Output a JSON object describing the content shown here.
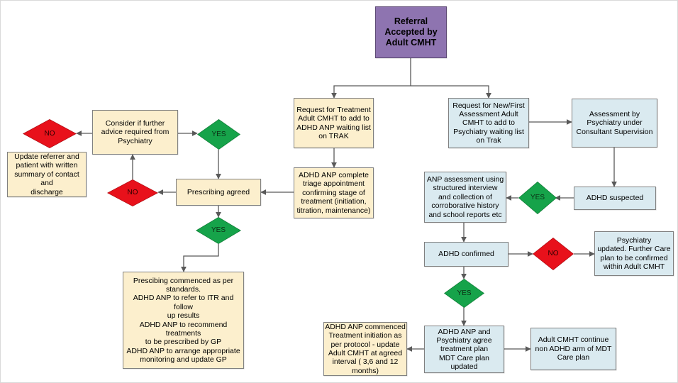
{
  "diagram": {
    "title": "ADHD Referral Pathway - Adult CMHT Flowchart",
    "colors": {
      "purple": "#8E74B0",
      "cream": "#FCEFCD",
      "blue": "#DAEAF0",
      "green": "#16A34A",
      "red": "#E8111B",
      "edge": "#595959",
      "border": "#808080"
    },
    "nodes": [
      {
        "id": "referral-accepted",
        "shape": "box",
        "fill": "purple",
        "text": "Referral\nAccepted by\nAdult CMHT"
      },
      {
        "id": "request-treatment",
        "shape": "box",
        "fill": "cream",
        "text": "Request for Treatment\nAdult CMHT to add to\nADHD ANP waiting list\non TRAK"
      },
      {
        "id": "request-new-first",
        "shape": "box",
        "fill": "blue",
        "text": "Request for New/First\nAssessment  Adult\nCMHT to add to\nPsychiatry waiting list\non Trak"
      },
      {
        "id": "assessment-psychiatry",
        "shape": "box",
        "fill": "blue",
        "text": "Assessment by\nPsychiatry under\nConsultant Supervision"
      },
      {
        "id": "adhd-suspected",
        "shape": "box",
        "fill": "blue",
        "text": "ADHD suspected"
      },
      {
        "id": "yes-adhd-suspected",
        "shape": "diamond",
        "fill": "green",
        "text": "YES"
      },
      {
        "id": "anp-assessment",
        "shape": "box",
        "fill": "blue",
        "text": "ANP assessment using\nstructured interview\nand collection of\ncorroborative history\nand school reports etc"
      },
      {
        "id": "adhd-confirmed",
        "shape": "box",
        "fill": "blue",
        "text": "ADHD confirmed"
      },
      {
        "id": "no-adhd-confirmed",
        "shape": "diamond",
        "fill": "red",
        "text": "NO"
      },
      {
        "id": "psychiatry-updated",
        "shape": "box",
        "fill": "blue",
        "text": "Psychiatry\nupdated.  Further Care\nplan to be confirmed\nwithin Adult CMHT"
      },
      {
        "id": "yes-adhd-confirmed",
        "shape": "diamond",
        "fill": "green",
        "text": "YES"
      },
      {
        "id": "agree-treatment-plan",
        "shape": "box",
        "fill": "blue",
        "text": "ADHD ANP and\nPsychiatry agree\ntreatment plan\nMDT Care plan updated"
      },
      {
        "id": "adult-cmht-non-adhd",
        "shape": "box",
        "fill": "blue",
        "text": "Adult CMHT continue\nnon ADHD arm of MDT\nCare plan"
      },
      {
        "id": "anp-commenced-treatment",
        "shape": "box",
        "fill": "cream",
        "text": "ADHD ANP commenced\nTreatment initiation as\nper protocol - update\nAdult CMHT at agreed\ninterval ( 3,6 and 12\nmonths)"
      },
      {
        "id": "triage-appointment",
        "shape": "box",
        "fill": "cream",
        "text": "ADHD ANP complete\ntriage appointment\nconfirming stage of\ntreatment (initiation,\ntitration, maintenance)"
      },
      {
        "id": "prescribing-agreed",
        "shape": "box",
        "fill": "cream",
        "text": "Prescribing agreed"
      },
      {
        "id": "no-prescribing-agreed",
        "shape": "diamond",
        "fill": "red",
        "text": "NO"
      },
      {
        "id": "consider-further-advice",
        "shape": "box",
        "fill": "cream",
        "text": "Consider if further\nadvice required from\nPsychiatry"
      },
      {
        "id": "yes-further-advice",
        "shape": "diamond",
        "fill": "green",
        "text": "YES"
      },
      {
        "id": "no-further-advice",
        "shape": "diamond",
        "fill": "red",
        "text": "NO"
      },
      {
        "id": "update-referrer",
        "shape": "box",
        "fill": "cream",
        "text": "Update referrer and\npatient with written\nsummary of contact and\ndischarge"
      },
      {
        "id": "yes-prescribing-agreed",
        "shape": "diamond",
        "fill": "green",
        "text": "YES"
      },
      {
        "id": "prescribing-commenced",
        "shape": "box",
        "fill": "cream",
        "text": "Prescibing commenced  as per\nstandards.\nADHD ANP to refer to ITR and follow\nup results\nADHD ANP to recommend treatments\nto be prescribed by GP\nADHD ANP to arrange  appropriate\nmonitoring and update GP"
      }
    ],
    "edge_labels": []
  }
}
